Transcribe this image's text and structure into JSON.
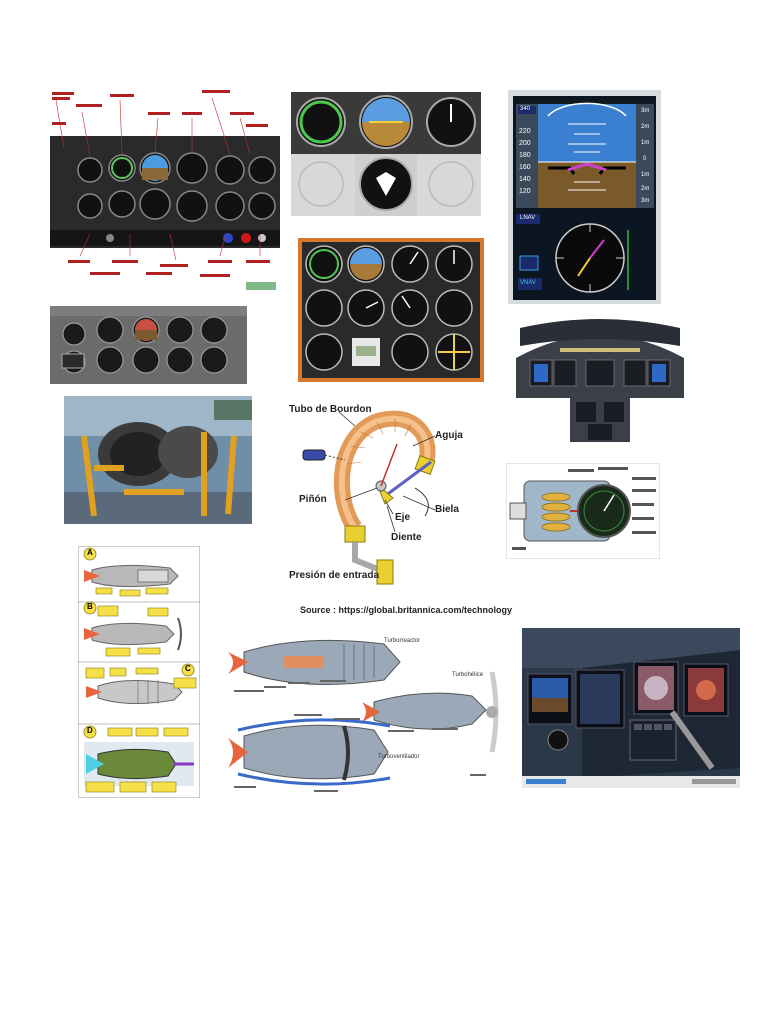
{
  "bourdon": {
    "tube": "Tubo de Bourdon",
    "needle": "Aguja",
    "pinion": "Piñón",
    "rod": "Biela",
    "axis": "Eje",
    "tooth": "Diente",
    "inlet": "Presión de entrada",
    "source": "Source : https://global.britannica.com/technology"
  },
  "engines": {
    "turbojet": "Turborreactor",
    "turboprop": "Turbohélice",
    "turbofan": "Turboventilador"
  },
  "engine_stages": {
    "a": "A",
    "b": "B",
    "c": "C",
    "d": "D"
  },
  "pfd": {
    "speed_top": "340",
    "speed_marks": [
      "220",
      "200",
      "180",
      "160",
      "140",
      "120"
    ],
    "alt_marks": [
      "3m",
      "2m",
      "1m",
      "0",
      "1m",
      "2m",
      "3m"
    ],
    "mode": "LNAV",
    "vert": "VNAV"
  },
  "colors": {
    "sky": "#3a7fd0",
    "ground": "#7a5a2a",
    "orange_frame": "#d9782b",
    "yellow_label": "#f5e048",
    "flame": "#e8643c"
  }
}
